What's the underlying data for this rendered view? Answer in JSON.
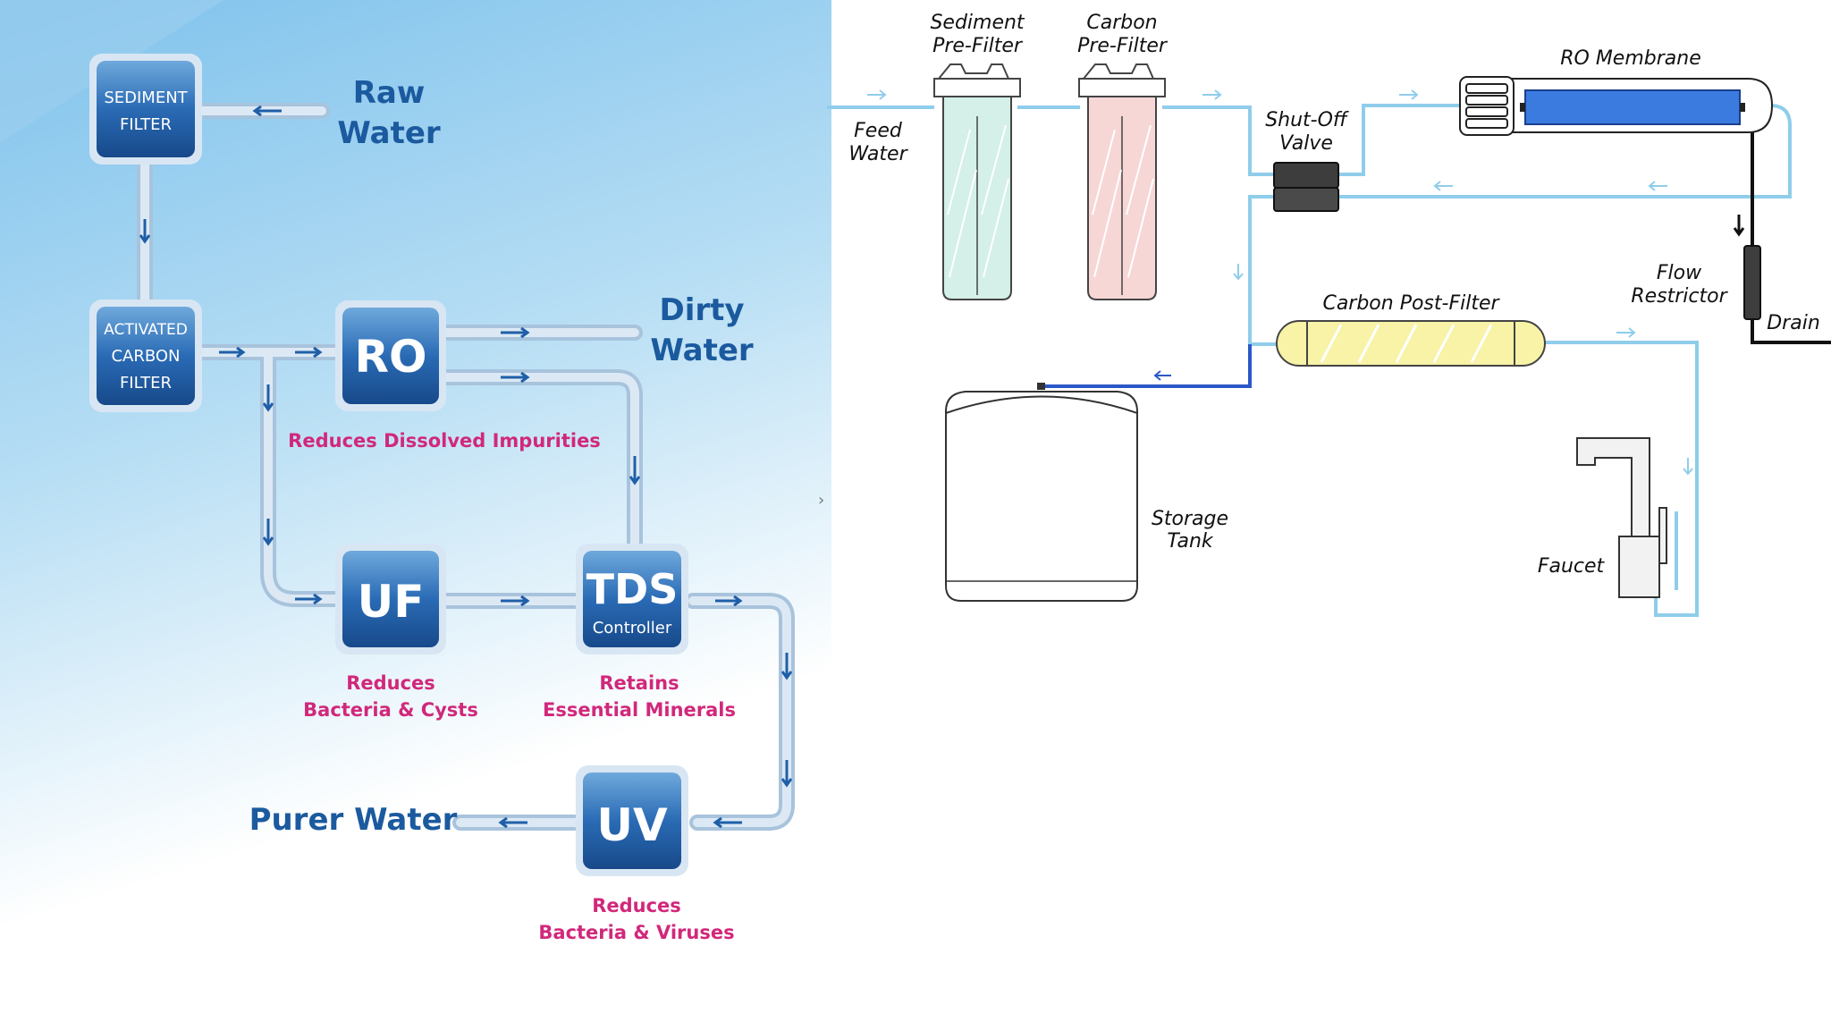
{
  "left": {
    "labels": {
      "raw_water_1": "Raw",
      "raw_water_2": "Water",
      "dirty_water_1": "Dirty",
      "dirty_water_2": "Water",
      "purer_water": "Purer Water"
    },
    "filters": {
      "sediment_1": "SEDIMENT",
      "sediment_2": "FILTER",
      "carbon_1": "ACTIVATED",
      "carbon_2": "CARBON",
      "carbon_3": "FILTER",
      "ro": "RO",
      "uf": "UF",
      "tds_1": "TDS",
      "tds_2": "Controller",
      "uv": "UV"
    },
    "captions": {
      "ro": "Reduces Dissolved Impurities",
      "uf_1": "Reduces",
      "uf_2": "Bacteria & Cysts",
      "tds_1": "Retains",
      "tds_2": "Essential Minerals",
      "uv_1": "Reduces",
      "uv_2": "Bacteria & Viruses"
    },
    "colors": {
      "box": "#1f5fa8",
      "label": "#1b5a9e",
      "caption": "#d1287b",
      "pipe": "#c6d9ea"
    }
  },
  "right": {
    "labels": {
      "sediment_prefilter_1": "Sediment",
      "sediment_prefilter_2": "Pre-Filter",
      "carbon_prefilter_1": "Carbon",
      "carbon_prefilter_2": "Pre-Filter",
      "ro_membrane": "RO Membrane",
      "feed_water_1": "Feed",
      "feed_water_2": "Water",
      "shutoff_1": "Shut-Off",
      "shutoff_2": "Valve",
      "flow_restrictor_1": "Flow",
      "flow_restrictor_2": "Restrictor",
      "drain": "Drain",
      "carbon_postfilter": "Carbon Post-Filter",
      "storage_tank_1": "Storage",
      "storage_tank_2": "Tank",
      "faucet": "Faucet"
    },
    "colors": {
      "line": "#8fcdea",
      "membrane": "#3b7be0",
      "tank_line": "#2b58c8",
      "sediment_tint": "#d4f0e8",
      "carbon_tint": "#f7d6d6",
      "post_tint": "#f8f3a6"
    }
  }
}
